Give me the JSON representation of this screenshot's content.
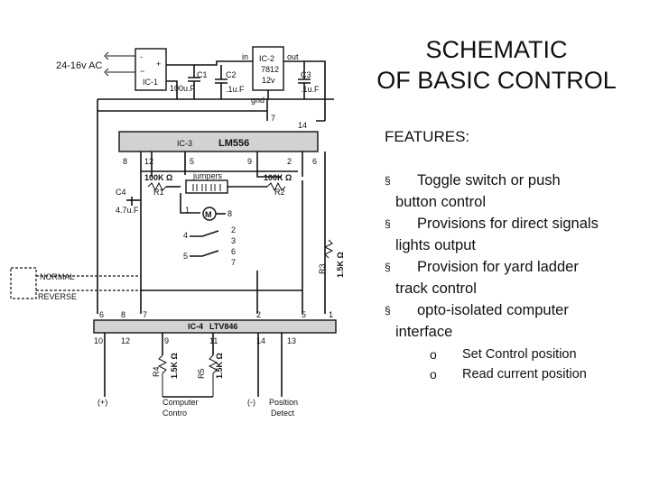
{
  "title": {
    "line1": "SCHEMATIC",
    "line2": "OF BASIC CONTROL"
  },
  "features": {
    "heading": "FEATURES:",
    "bullet_glyph": "§",
    "items": [
      {
        "first": "Toggle switch or push",
        "rest": "button control"
      },
      {
        "first": "Provisions for direct signals",
        "rest": "lights output"
      },
      {
        "first": "Provision for  yard ladder",
        "rest": "track control"
      },
      {
        "first": "opto-isolated computer",
        "rest": "interface"
      }
    ],
    "sub_glyph": "o",
    "sub_items": [
      "Set Control position",
      "Read current position"
    ]
  },
  "schematic": {
    "ac_input": "24-16v AC",
    "ic1": {
      "minus": "-",
      "tilde": "~",
      "plus": "+",
      "name": "IC-1"
    },
    "c1": {
      "name": "C1",
      "value": "100u.F"
    },
    "c2": {
      "name": "C2",
      "value": ".1u.F"
    },
    "ic2": {
      "in": "in",
      "out": "out",
      "name": "IC-2",
      "part": "7812",
      "volt": "12v",
      "gnd": "gnd"
    },
    "c3": {
      "name": "C3",
      "value": ".1u.F"
    },
    "ic3": {
      "name": "IC-3",
      "part": "LM556",
      "pin_top_left": "7",
      "pin_top_right": "14",
      "pins_bottom": [
        "8",
        "12",
        "5",
        "9",
        "2",
        "6"
      ]
    },
    "r1": {
      "name": "R1",
      "value": "100K Ω"
    },
    "r2": {
      "name": "R2",
      "value": "100K Ω"
    },
    "jumpers": "jumpers",
    "c4": {
      "name": "C4",
      "value": "4.7u.F"
    },
    "motor": "M",
    "motor_pins": [
      "1",
      "8"
    ],
    "switch_pins_left": [
      "4",
      "5"
    ],
    "switch_pins_right": [
      "2",
      "3",
      "6",
      "7"
    ],
    "r3": {
      "name": "R3",
      "value": "1.5K Ω"
    },
    "normal": "NORMAL",
    "reverse": "REVERSE",
    "ic4": {
      "name": "IC-4",
      "part": "LTV846",
      "pins_top": [
        "6",
        "8",
        "7",
        "2",
        "5",
        "1"
      ],
      "pins_bottom": [
        "10",
        "12",
        "9",
        "11",
        "14",
        "13"
      ]
    },
    "r4": {
      "name": "R4",
      "value": "1.5K Ω"
    },
    "r5": {
      "name": "R5",
      "value": "1.5K Ω"
    },
    "plus_terminal": "(+)",
    "minus_terminal": "(-)",
    "computer_control": [
      "Computer",
      "Contro"
    ],
    "position_detect": [
      "Position",
      "Detect"
    ]
  }
}
